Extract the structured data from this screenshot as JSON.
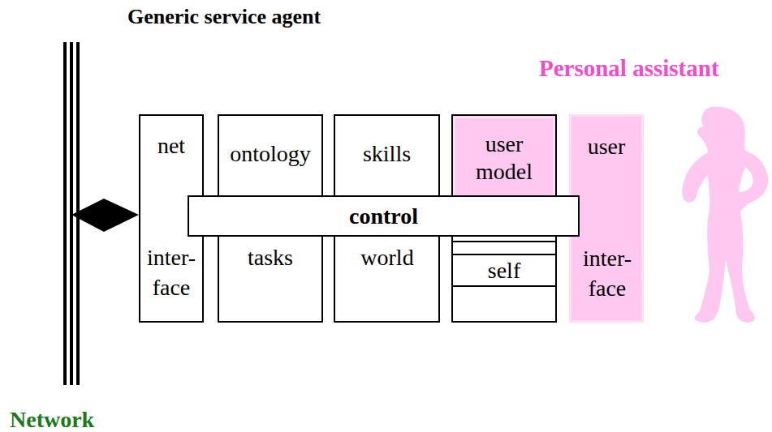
{
  "diagram": {
    "title": "Generic service agent",
    "nodes": [
      {
        "text": [
          "net",
          "inter- face"
        ]
      },
      {
        "text": [
          "ontology",
          "tasks"
        ]
      },
      {
        "text": [
          "skills",
          "world"
        ]
      },
      {
        "text": [
          "user model",
          "self"
        ]
      },
      {
        "text": [
          "user",
          "inter- face"
        ]
      },
      {
        "text": [
          "control"
        ]
      }
    ],
    "labels": [
      "Personal assistant",
      "Network"
    ]
  }
}
